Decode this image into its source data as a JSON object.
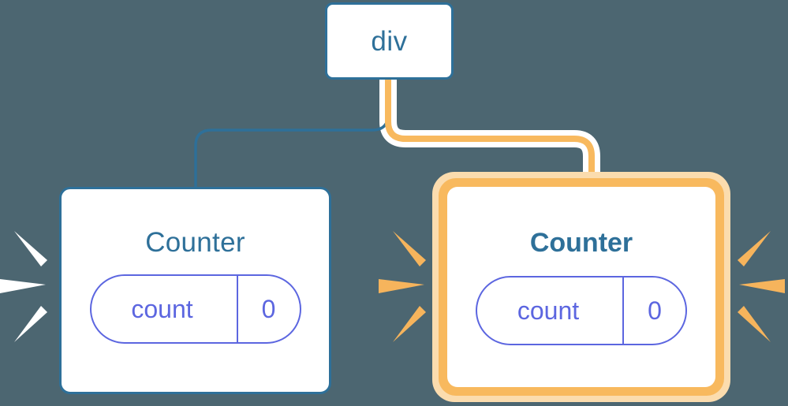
{
  "diagram": {
    "title": "React component re-render highlight diagram",
    "background_color": "#4c6671"
  },
  "root_node": {
    "label": "div",
    "border_color": "#2e7099",
    "text_color": "#2e7099",
    "fill_color": "#ffffff"
  },
  "cards": [
    {
      "id": "counter-left",
      "title": "Counter",
      "state": {
        "key": "count",
        "value": "0"
      },
      "highlighted": false,
      "border_color": "#2e7099",
      "title_color": "#2e7099",
      "pill_color": "#5c66e0",
      "fill_color": "#ffffff"
    },
    {
      "id": "counter-right",
      "title": "Counter",
      "state": {
        "key": "count",
        "value": "0"
      },
      "highlighted": true,
      "ring_color": "#f8b95e",
      "glow_color": "#fbdcae",
      "title_color": "#2e7099",
      "pill_color": "#5c66e0",
      "fill_color": "#ffffff"
    }
  ],
  "connectors": [
    {
      "id": "div-to-counter-left",
      "from": "div",
      "to": "counter-left",
      "color": "#2e7099",
      "width": 3,
      "highlighted": false
    },
    {
      "id": "div-to-counter-right",
      "from": "div",
      "to": "counter-right",
      "color": "#f8b95e",
      "halo_color": "#ffffff",
      "width": 8,
      "highlighted": true
    }
  ],
  "sparkles": [
    {
      "id": "sparkle-left-white",
      "color": "#ffffff",
      "ray_count": 3,
      "direction": "right",
      "target": "counter-left"
    },
    {
      "id": "sparkle-right-card-left",
      "color": "#f6b45c",
      "ray_count": 3,
      "direction": "right",
      "target": "counter-right"
    },
    {
      "id": "sparkle-right-card-right",
      "color": "#f6b45c",
      "ray_count": 3,
      "direction": "left",
      "target": "counter-right"
    }
  ],
  "colors": {
    "background": "#4c6671",
    "blue": "#2e7099",
    "orange": "#f8b95e",
    "orange_light": "#fbdcae",
    "orange_ray": "#f6b45c",
    "periwinkle": "#5c66e0",
    "white": "#ffffff"
  }
}
